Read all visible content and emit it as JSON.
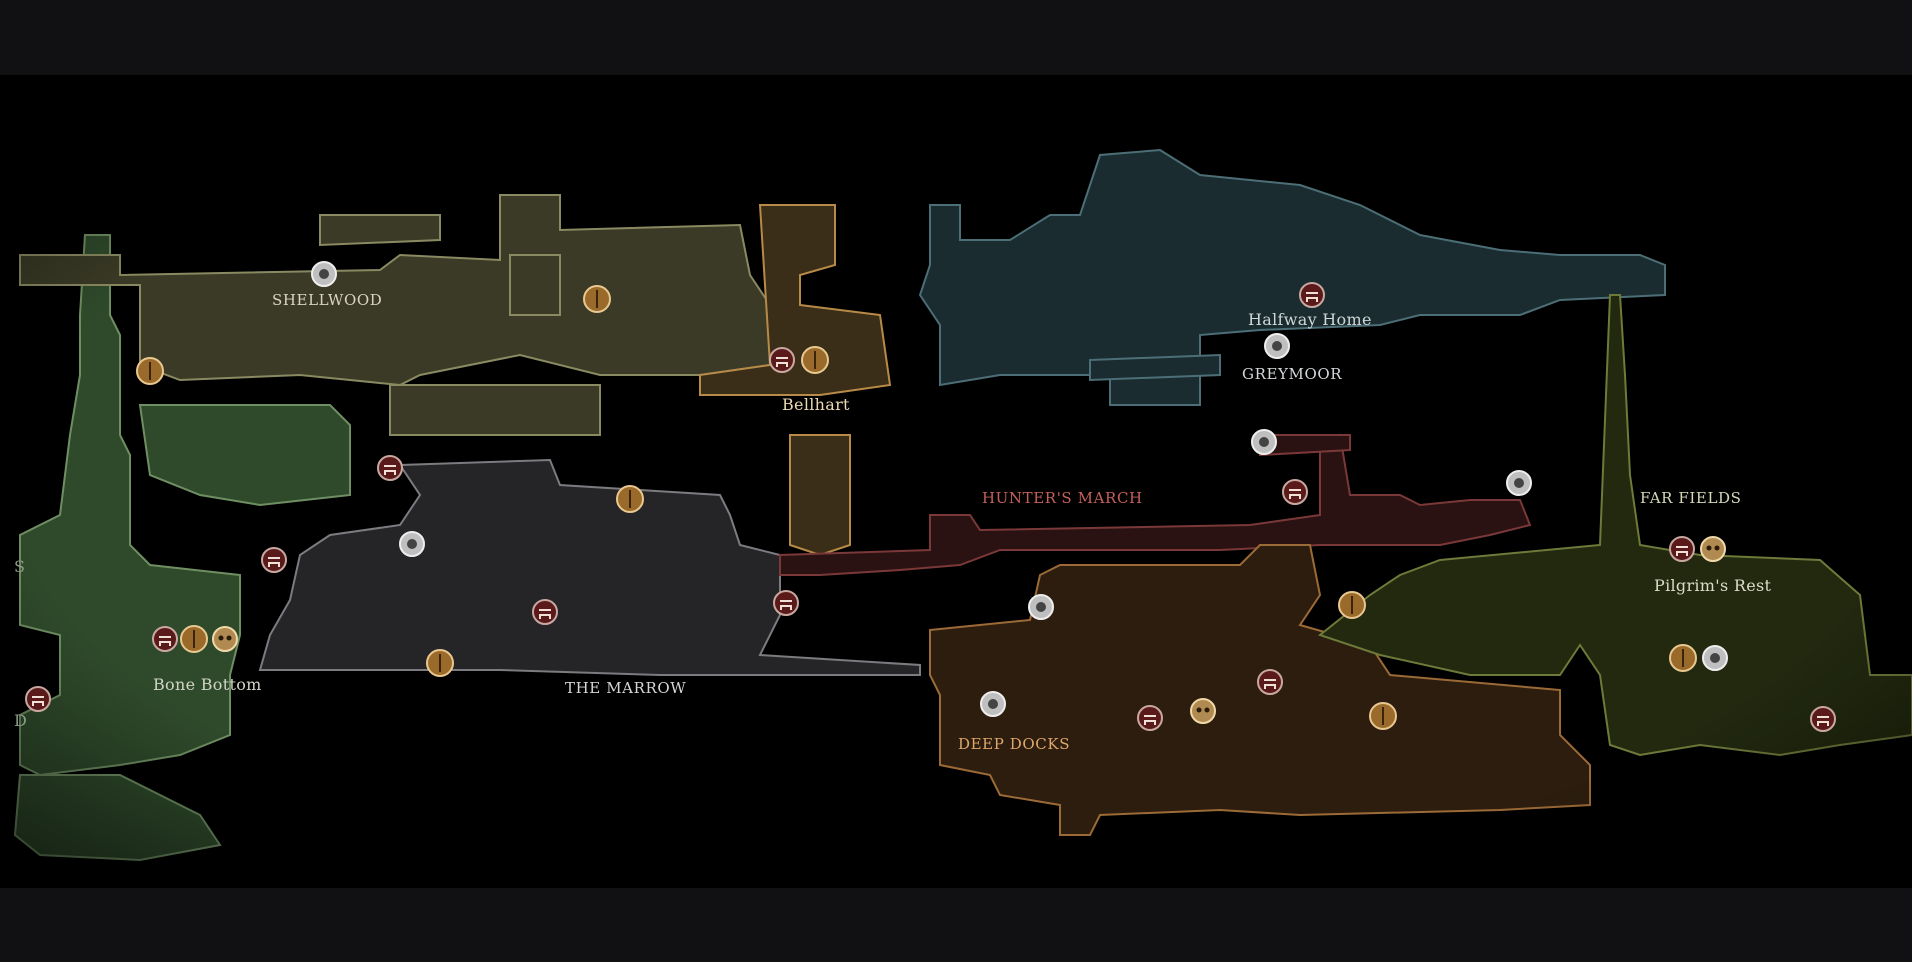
{
  "map": {
    "locations": [
      {
        "id": "shellwood",
        "label": "SHELLWOOD",
        "color": "#d9d4c6"
      },
      {
        "id": "bellhart",
        "label": "Bellhart",
        "color": "#ead9b4"
      },
      {
        "id": "halfway-home",
        "label": "Halfway Home",
        "color": "#cfd6d8"
      },
      {
        "id": "greymoor",
        "label": "GREYMOOR",
        "color": "#d4d8da"
      },
      {
        "id": "hunters-march",
        "label": "HUNTER'S MARCH",
        "color": "#c4605a"
      },
      {
        "id": "far-fields",
        "label": "FAR FIELDS",
        "color": "#d6d8b8"
      },
      {
        "id": "pilgrims-rest",
        "label": "Pilgrim's Rest",
        "color": "#dcdcc6"
      },
      {
        "id": "bone-bottom",
        "label": "Bone Bottom",
        "color": "#d0d4c8"
      },
      {
        "id": "the-marrow",
        "label": "THE MARROW",
        "color": "#d6d6d6"
      },
      {
        "id": "deep-docks",
        "label": "DEEP DOCKS",
        "color": "#e0a86a"
      }
    ],
    "edge_letters": [
      "S",
      "D"
    ],
    "colors": {
      "mosslands": "#3d5a36",
      "shellwood": "#5a5a3e",
      "bellhart": "#b88a48",
      "greymoor": "#2c4a52",
      "marrow": "#555559",
      "hunters": "#6e3030",
      "docks": "#8a5a2a",
      "farfields": "#4c5a2c"
    },
    "marker_types": [
      "bench-icon",
      "rosary-shrine-icon",
      "fast-travel-bell-icon",
      "vendor-icon",
      "coin-icon"
    ]
  }
}
